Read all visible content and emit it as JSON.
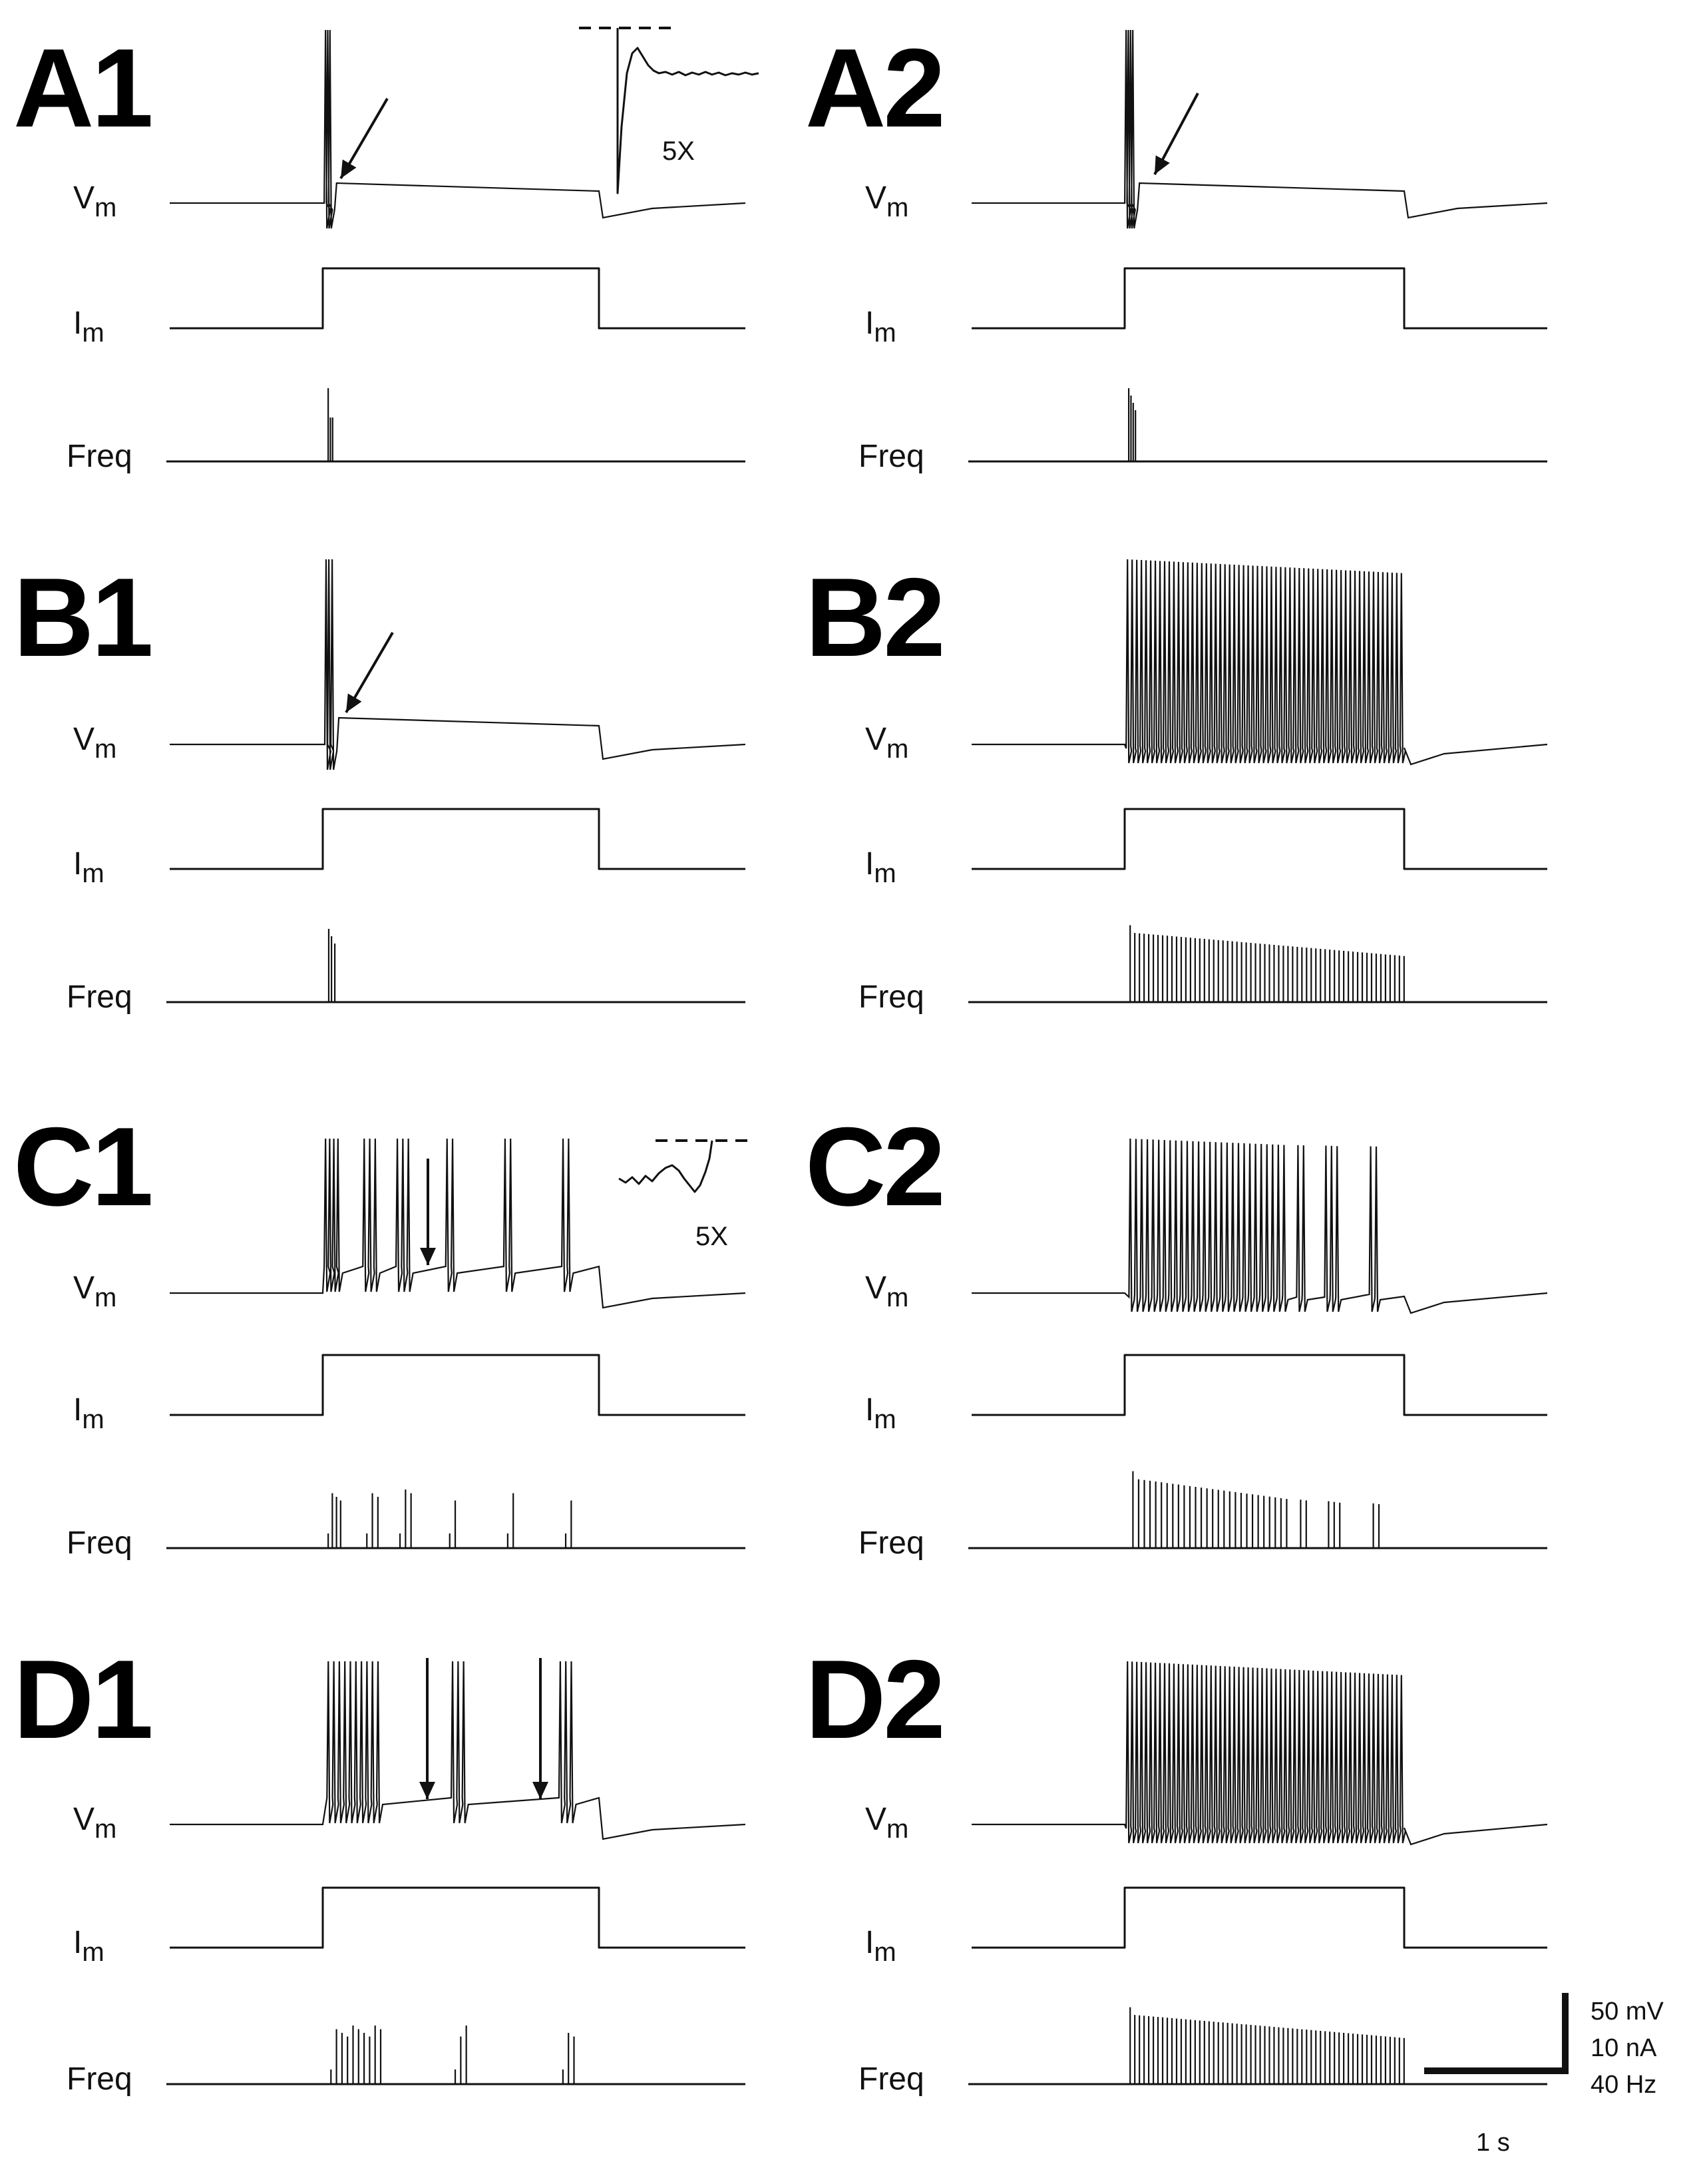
{
  "figure": {
    "trace_labels": {
      "vm": "V",
      "vm_sub": "m",
      "im": "I",
      "im_sub": "m",
      "freq": "Freq"
    },
    "inset_label": "5X",
    "scale_bar": {
      "labels": [
        "50 mV",
        "10 nA",
        "40 Hz"
      ],
      "time_label": "1 s"
    },
    "panels": [
      {
        "id": "A1",
        "label": "A1",
        "spikes": 3,
        "pattern": "single-burst",
        "inset": "A1"
      },
      {
        "id": "A2",
        "label": "A2",
        "spikes": 4,
        "pattern": "single-burst"
      },
      {
        "id": "B1",
        "label": "B1",
        "spikes": 3,
        "pattern": "single-burst"
      },
      {
        "id": "B2",
        "label": "B2",
        "spikes": 60,
        "pattern": "tonic"
      },
      {
        "id": "C1",
        "label": "C1",
        "spikes": 16,
        "pattern": "clustered",
        "inset": "C1"
      },
      {
        "id": "C2",
        "label": "C2",
        "spikes": 34,
        "pattern": "tonic-then-clustered"
      },
      {
        "id": "D1",
        "label": "D1",
        "spikes": 16,
        "pattern": "bursts-with-pauses"
      },
      {
        "id": "D2",
        "label": "D2",
        "spikes": 60,
        "pattern": "tonic"
      }
    ]
  }
}
